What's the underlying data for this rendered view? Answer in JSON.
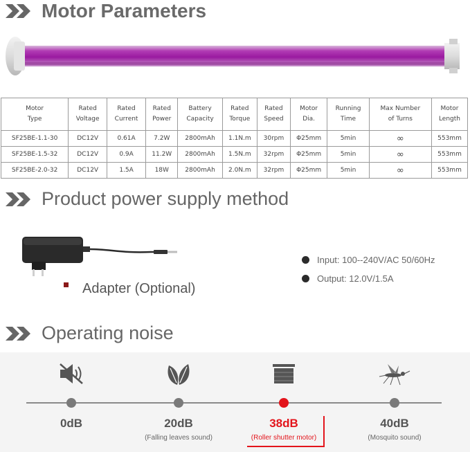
{
  "motor_section": {
    "title": "Motor Parameters"
  },
  "table": {
    "headers": [
      [
        "Motor",
        "Type"
      ],
      [
        "Rated",
        "Voltage"
      ],
      [
        "Rated",
        "Current"
      ],
      [
        "Rated",
        "Power"
      ],
      [
        "Battery",
        "Capacity"
      ],
      [
        "Rated",
        "Torque"
      ],
      [
        "Rated",
        "Speed"
      ],
      [
        "Motor",
        "Dia."
      ],
      [
        "Running",
        "Time"
      ],
      [
        "Max Number",
        "of Turns"
      ],
      [
        "Motor",
        "Length"
      ]
    ],
    "rows": [
      [
        "SF25BE-1.1-30",
        "DC12V",
        "0.61A",
        "7.2W",
        "2800mAh",
        "1.1N.m",
        "30rpm",
        "Φ25mm",
        "5min",
        "∞",
        "553mm"
      ],
      [
        "SF25BE-1.5-32",
        "DC12V",
        "0.9A",
        "11.2W",
        "2800mAh",
        "1.5N.m",
        "32rpm",
        "Φ25mm",
        "5min",
        "∞",
        "553mm"
      ],
      [
        "SF25BE-2.0-32",
        "DC12V",
        "1.5A",
        "18W",
        "2800mAh",
        "2.0N.m",
        "32rpm",
        "Φ25mm",
        "5min",
        "∞",
        "553mm"
      ]
    ]
  },
  "power_section": {
    "title": "Product power supply method",
    "adapter_label": "Adapter (Optional)",
    "input": "Input: 100--240V/AC 50/60Hz",
    "output": "Output: 12.0V/1.5A"
  },
  "noise_section": {
    "title": "Operating noise",
    "items": [
      {
        "icon": "mute-speaker-icon",
        "db": "0dB",
        "note": ""
      },
      {
        "icon": "leaves-icon",
        "db": "20dB",
        "note": "(Falling leaves sound)"
      },
      {
        "icon": "roller-shutter-icon",
        "db": "38dB",
        "note": "(Roller shutter motor)"
      },
      {
        "icon": "mosquito-icon",
        "db": "40dB",
        "note": "(Mosquito sound)"
      }
    ],
    "highlight_color": "#e3141b"
  }
}
